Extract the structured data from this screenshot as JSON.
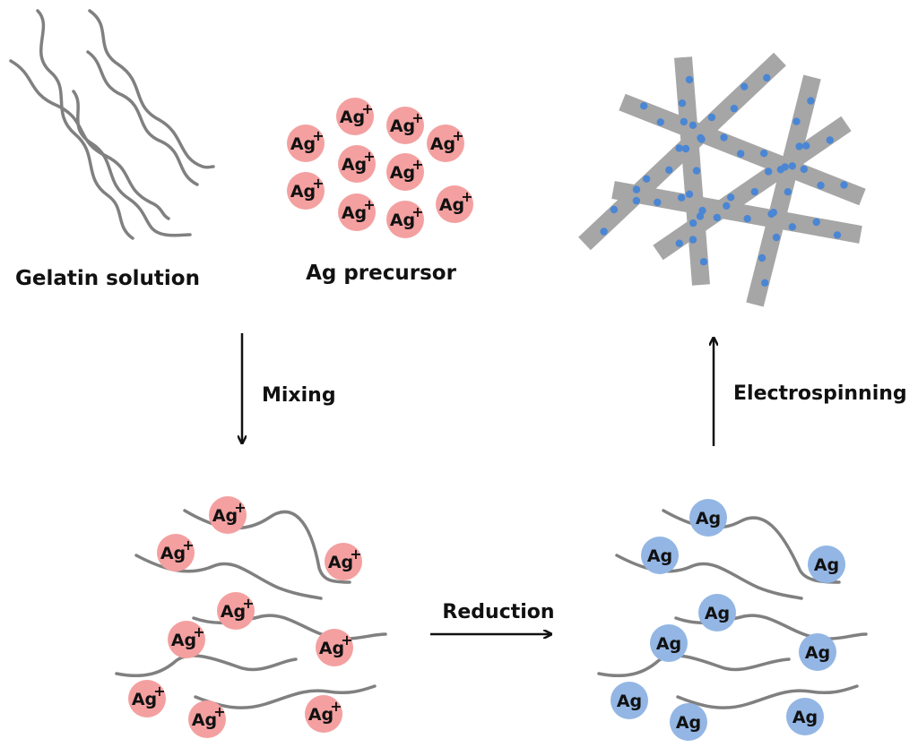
{
  "labels": {
    "gelatin": "Gelatin solution",
    "precursor": "Ag precursor",
    "mixing": "Mixing",
    "reduction": "Reduction",
    "electrospinning": "Electrospinning"
  },
  "ion": {
    "base": "Ag",
    "charge": "+"
  },
  "particle": {
    "label": "Ag"
  },
  "colors": {
    "ion_fill": "#F4A0A0",
    "particle_fill": "#93B6E4",
    "chain_stroke": "#808080",
    "fiber_fill": "#A6A6A6",
    "dot_fill": "#4A86D4",
    "text": "#111111"
  }
}
